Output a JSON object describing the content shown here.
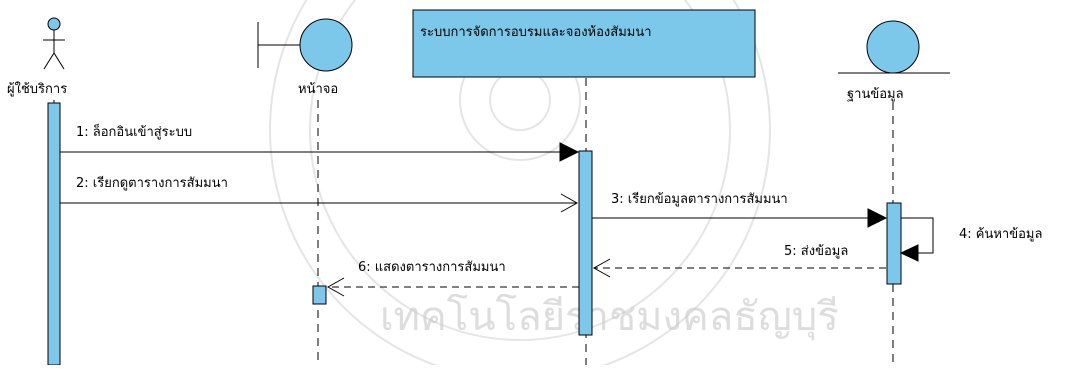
{
  "participants": {
    "actor": "ผู้ใช้บริการ",
    "boundary": "หน้าจอ",
    "control": "ระบบการจัดการอบรมและจองห้องสัมมนา",
    "entity": "ฐานข้อมูล"
  },
  "messages": [
    {
      "label": "1: ล็อกอินเข้าสู่ระบบ",
      "kind": "synchronous"
    },
    {
      "label": "2: เรียกดูตารางการสัมมนา",
      "kind": "asynchronous"
    },
    {
      "label": "3: เรียกข้อมูลตารางการสัมมนา",
      "kind": "synchronous"
    },
    {
      "label": "4: ค้นหาข้อมูล",
      "kind": "self"
    },
    {
      "label": "5: ส่งข้อมูล",
      "kind": "return"
    },
    {
      "label": "6: แสดงตารางการสัมมนา",
      "kind": "return"
    }
  ],
  "watermark": {
    "text": "เทคโนโลยีราชมงคลธัญบุรี"
  },
  "colors": {
    "fill": "#7cc8ea",
    "line": "#000000"
  }
}
